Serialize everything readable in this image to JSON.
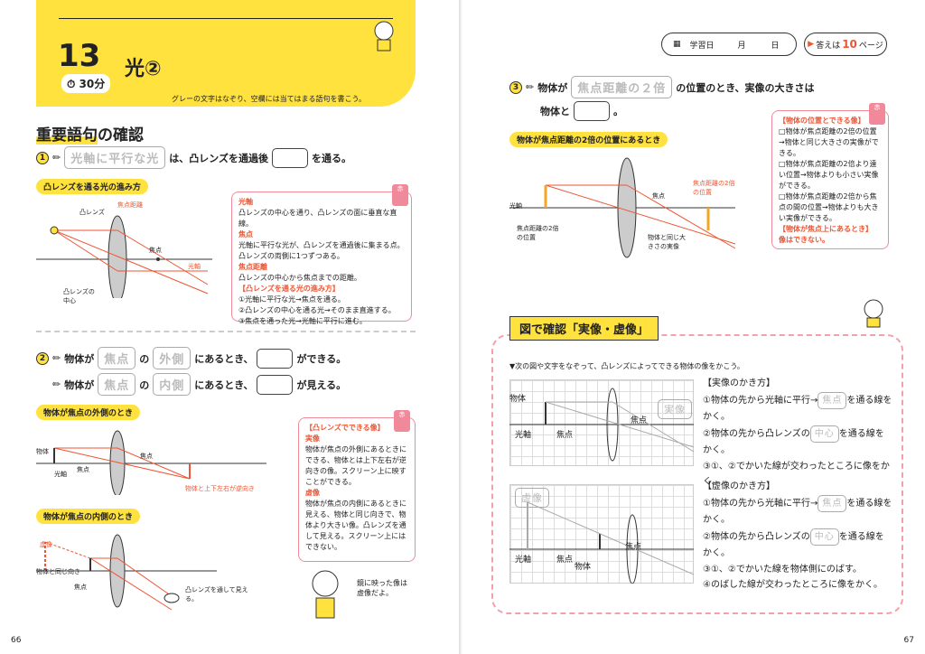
{
  "left": {
    "chapter_number": "13",
    "time": "30分",
    "title": "光②",
    "instruction": "グレーの文字はなぞり、空欄には当てはまる語句を書こう。",
    "section_title_1": "重要語句",
    "section_title_2": "の確認",
    "q1": {
      "num": "1",
      "gray": "光軸に平行な光",
      "mid": "は、凸レンズを通過後",
      "end": "を通る。"
    },
    "diagram1_label": "凸レンズを通る光の進み方",
    "d1": {
      "lens": "凸レンズ",
      "focal": "焦点距離",
      "focus": "焦点",
      "axis": "光軸",
      "center": "凸レンズの中心"
    },
    "note1": [
      "光軸",
      "凸レンズの中心を通り、凸レンズの面に垂直な直線。",
      "焦点",
      "光軸に平行な光が、凸レンズを通過後に集まる点。凸レンズの両側に1つずつある。",
      "焦点距離",
      "凸レンズの中心から焦点までの距離。",
      "【凸レンズを通る光の進み方】",
      "①光軸に平行な光→焦点を通る。",
      "②凸レンズの中心を通る光→そのまま直進する。",
      "③焦点を通った光→光軸に平行に進む。"
    ],
    "q2": {
      "num": "2",
      "row1": {
        "pre": "物体が",
        "g1": "焦点",
        "no": "の",
        "g2": "外側",
        "mid": "にあるとき、",
        "end": "ができる。"
      },
      "row2": {
        "pre": "物体が",
        "g1": "焦点",
        "no": "の",
        "g2": "内側",
        "mid": "にあるとき、",
        "end": "が見える。"
      }
    },
    "diagram2_label": "物体が焦点の外側のとき",
    "d2": {
      "object": "物体",
      "axis": "光軸",
      "focus": "焦点",
      "image": "物体と上下左右が逆向き"
    },
    "diagram3_label": "物体が焦点の内側のとき",
    "d3": {
      "virtual": "虚像",
      "same": "物体と同じ向き",
      "focus": "焦点",
      "view": "凸レンズを通して見える。"
    },
    "note2": [
      "【凸レンズでできる像】",
      "実像",
      "物体が焦点の外側にあるときにできる、物体とは上下左右が逆向きの像。スクリーン上に映すことができる。",
      "虚像",
      "物体が焦点の内側にあるときに見える、物体と同じ向きで、物体より大きい像。凸レンズを通して見える。スクリーン上にはできない。"
    ],
    "bubble": "鏡に映った像は虚像だよ。",
    "page_number": "66"
  },
  "right": {
    "date_label": "学習日",
    "month": "月",
    "day": "日",
    "answer_pre": "答えは",
    "answer_page": "10",
    "answer_post": "ページ",
    "q3": {
      "num": "3",
      "pre": "物体が",
      "gray": "焦点距離の２倍",
      "mid": "の位置のとき、実像の大きさは",
      "line2": "物体と",
      "end": "。"
    },
    "diagram4_label": "物体が焦点距離の2倍の位置にあるとき",
    "d4": {
      "axis": "光軸",
      "focus": "焦点",
      "double": "焦点距離の2倍の位置",
      "double2": "焦点距離の2倍の位置",
      "image": "物体と同じ大きさの実像"
    },
    "note3": [
      "【物体の位置とできる像】",
      "□物体が焦点距離の2倍の位置→物体と同じ大きさの実像ができる。",
      "□物体が焦点距離の2倍より遠い位置→物体よりも小さい実像ができる。",
      "□物体が焦点距離の2倍から焦点の間の位置→物体よりも大きい実像ができる。",
      "【物体が焦点上にあるとき】",
      "像はできない。"
    ],
    "sec2_title": "図で確認「実像・虚像」",
    "sec2_inst": "▼次の図や文字をなぞって、凸レンズによってできる物体の像をかこう。",
    "g1": {
      "object": "物体",
      "axis": "光軸",
      "focus": "焦点",
      "focus2": "焦点",
      "real": "実像"
    },
    "g2": {
      "virtual": "虚像",
      "axis": "光軸",
      "focus": "焦点",
      "focus2": "焦点",
      "object": "物体"
    },
    "steps1": {
      "title": "【実像のかき方】",
      "s1a": "①物体の先から光軸に平行→",
      "s1g": "焦点",
      "s1b": "を通る線をかく。",
      "s2a": "②物体の先から凸レンズの",
      "s2g": "中心",
      "s2b": "を通る線をかく。",
      "s3": "③①、②でかいた線が交わったところに像をかく。"
    },
    "steps2": {
      "title": "【虚像のかき方】",
      "s1a": "①物体の先から光軸に平行→",
      "s1g": "焦点",
      "s1b": "を通る線をかく。",
      "s2a": "②物体の先から凸レンズの",
      "s2g": "中心",
      "s2b": "を通る線をかく。",
      "s3": "③①、②でかいた線を物体側にのばす。",
      "s4": "④のばした線が交わったところに像をかく。"
    },
    "page_number": "67"
  },
  "colors": {
    "accent": "#ffe23e",
    "pink": "#f08a9a",
    "red": "#e53"
  }
}
